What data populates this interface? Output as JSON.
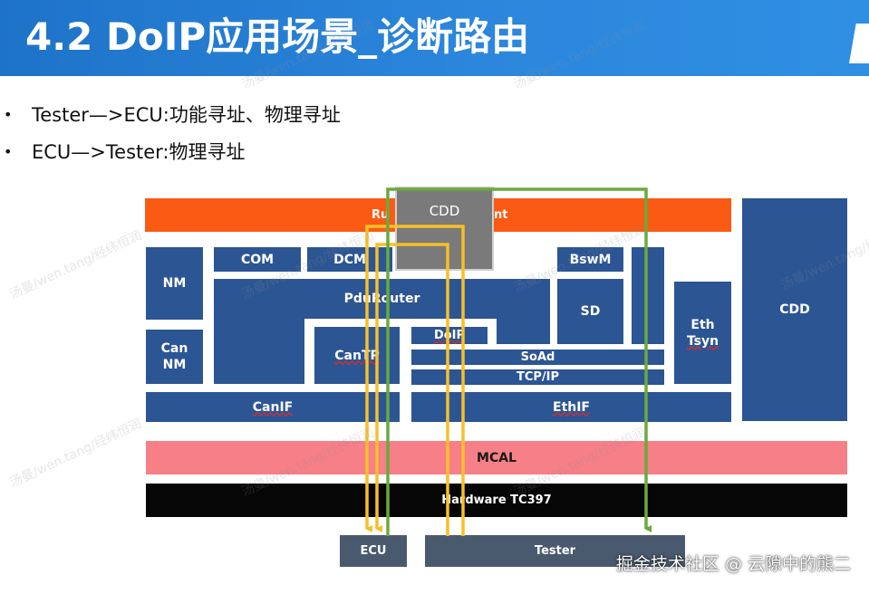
{
  "header": {
    "title": "4.2 DoIP应用场景_诊断路由",
    "accent_color": "#2b86dc"
  },
  "bullets": [
    {
      "text": "Tester—>ECU:功能寻址、物理寻址"
    },
    {
      "text": "ECU—>Tester:物理寻址"
    }
  ],
  "diagram": {
    "blocks": {
      "rte": "Runtime Environment",
      "rte_visible_left": "Ru",
      "rte_visible_right": "nt",
      "cdd_top": "CDD",
      "com": "COM",
      "dcm": "DCM",
      "bswm": "BswM",
      "nm": "NM",
      "pdurouter": "PduRouter",
      "sd": "SD",
      "eth_tsyn_line1": "Eth",
      "eth_tsyn_line2": "Tsyn",
      "cdd_right": "CDD",
      "cannm_line1": "Can",
      "cannm_line2": "NM",
      "cantp": "CanTP",
      "doip": "DoIP",
      "soad": "SoAd",
      "tcpip": "TCP/IP",
      "canif": "CanIF",
      "ethif": "EthIF",
      "mcal": "MCAL",
      "hardware": "Hardware TC397",
      "ecu": "ECU",
      "tester": "Tester"
    },
    "colors": {
      "module_blue": "#2c5593",
      "rte_orange": "#fa5a14",
      "mcal_pink": "#f77f87",
      "hardware_black": "#060606",
      "cdd_gray": "#7a7a7a",
      "node_slate": "#4a5a6e",
      "route_yellow": "#f6c02a",
      "route_green": "#6aaa3d"
    },
    "watermark_text": "汤曼/wen.tang/经纬恒润"
  },
  "footer": {
    "credit": "掘金技术社区 @ 云隙中的熊二"
  }
}
